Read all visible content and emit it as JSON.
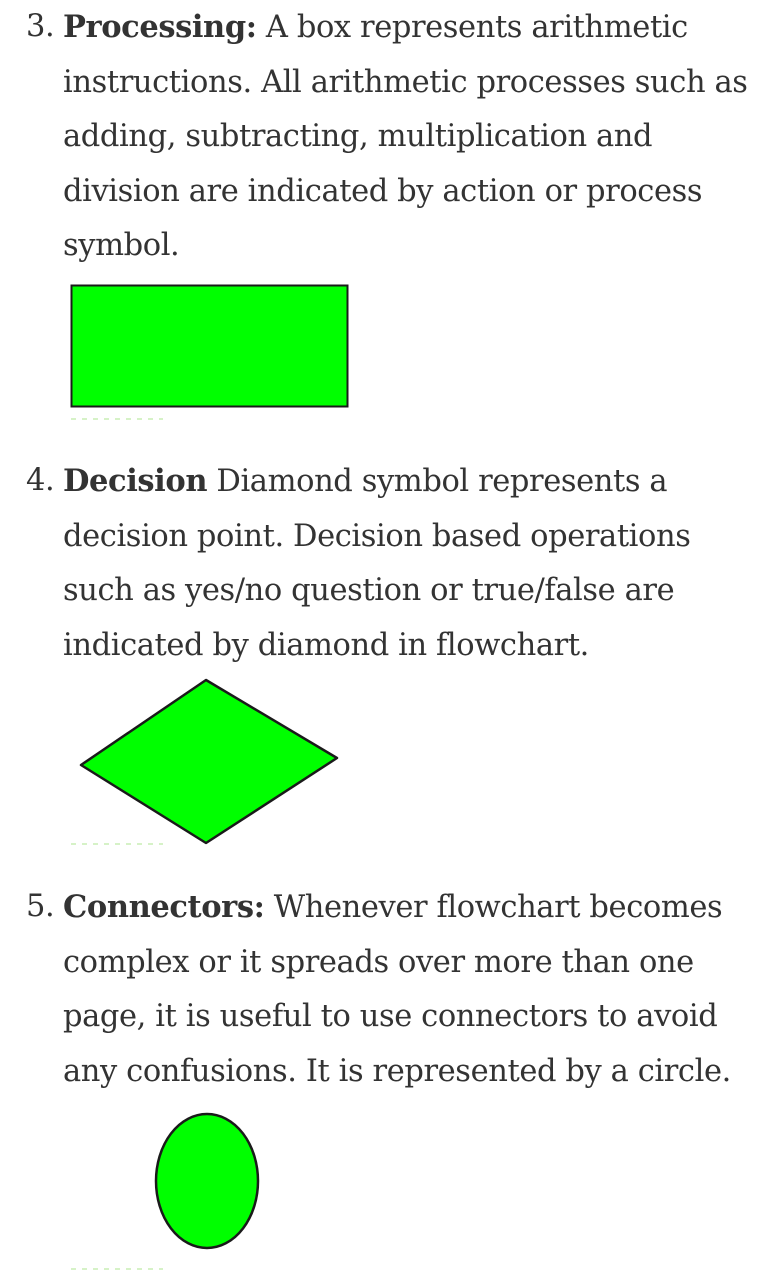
{
  "items": [
    {
      "number": "3.",
      "term": "Processing:",
      "description": " A box represents arithmetic instructions. All arithmetic processes such as adding, subtracting, multiplication and division are indicated by action or process symbol.",
      "shape": "rectangle"
    },
    {
      "number": "4.",
      "term": "Decision",
      "description": " Diamond symbol represents a decision point. Decision based operations such as yes/no question or true/false are indicated by diamond in flowchart.",
      "shape": "diamond"
    },
    {
      "number": "5.",
      "term": "Connectors:",
      "description": " Whenever flowchart becomes complex or it spreads over more than one page, it is useful to use connectors to avoid any confusions. It is represented by a circle.",
      "shape": "circle"
    }
  ],
  "colors": {
    "text": "#333333",
    "shape_fill": "#00ff00",
    "shape_stroke": "#1a1a1a"
  }
}
